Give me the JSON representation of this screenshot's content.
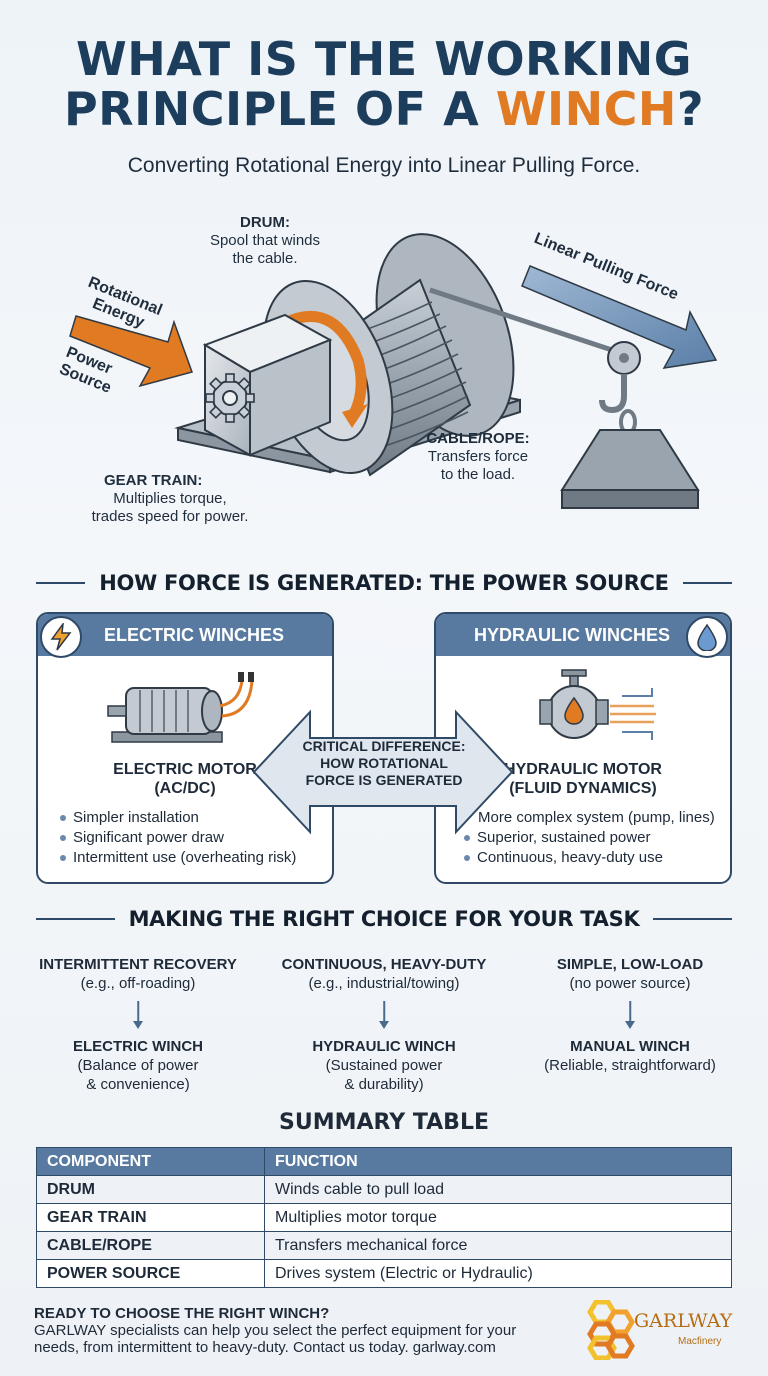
{
  "header": {
    "title_line1": "WHAT IS THE WORKING",
    "title_line2_a": "PRINCIPLE OF A ",
    "title_line2_b": "WINCH",
    "title_line2_c": "?",
    "subtitle": "Converting Rotational Energy into Linear Pulling Force."
  },
  "diagram": {
    "drum_title": "DRUM:",
    "drum_desc_1": "Spool that winds",
    "drum_desc_2": "the cable.",
    "rotational_1": "Rotational",
    "rotational_2": "Energy",
    "power_1": "Power",
    "power_2": "Source",
    "linear": "Linear Pulling Force",
    "cable_title": "CABLE/ROPE:",
    "cable_desc_1": "Transfers force",
    "cable_desc_2": "to the load.",
    "gear_title": "GEAR TRAIN:",
    "gear_desc_1": "Multiplies torque,",
    "gear_desc_2": "trades speed for power."
  },
  "power_section": {
    "heading": "HOW FORCE IS GENERATED: THE POWER SOURCE",
    "electric": {
      "title": "ELECTRIC WINCHES",
      "icon": "lightning-icon",
      "motor_1": "ELECTRIC MOTOR",
      "motor_2": "(AC/DC)",
      "points": [
        "Simpler installation",
        "Significant power draw",
        "Intermittent use (overheating risk)"
      ]
    },
    "hydraulic": {
      "title": "HYDRAULIC WINCHES",
      "icon": "droplet-icon",
      "motor_1": "HYDRAULIC MOTOR",
      "motor_2": "(FLUID DYNAMICS)",
      "lead": "More complex system (pump, lines)",
      "points": [
        "Superior, sustained power",
        "Continuous, heavy-duty use"
      ]
    },
    "difference_1": "CRITICAL DIFFERENCE:",
    "difference_2": "HOW ROTATIONAL",
    "difference_3": "FORCE IS GENERATED"
  },
  "choice_section": {
    "heading": "MAKING THE RIGHT CHOICE FOR YOUR TASK",
    "choices": [
      {
        "task": "INTERMITTENT RECOVERY",
        "example": "(e.g., off-roading)",
        "winch": "ELECTRIC WINCH",
        "note_1": "(Balance of power",
        "note_2": "& convenience)"
      },
      {
        "task": "CONTINUOUS, HEAVY-DUTY",
        "example": "(e.g., industrial/towing)",
        "winch": "HYDRAULIC WINCH",
        "note_1": "(Sustained power",
        "note_2": "& durability)"
      },
      {
        "task": "SIMPLE, LOW-LOAD",
        "example": "(no power source)",
        "winch": "MANUAL WINCH",
        "note_1": "(Reliable, straightforward)",
        "note_2": ""
      }
    ]
  },
  "summary": {
    "title": "SUMMARY TABLE",
    "headers": [
      "COMPONENT",
      "FUNCTION"
    ],
    "rows": [
      [
        "DRUM",
        "Winds cable to pull load"
      ],
      [
        "GEAR TRAIN",
        "Multiplies motor torque"
      ],
      [
        "CABLE/ROPE",
        "Transfers mechanical force"
      ],
      [
        "POWER SOURCE",
        "Drives system (Electric or Hydraulic)"
      ]
    ]
  },
  "cta": {
    "heading": "READY TO CHOOSE THE RIGHT WINCH?",
    "line1": "GARLWAY specialists can help you select the perfect equipment for your",
    "line2": "needs, from intermittent to heavy-duty. Contact us today. garlway.com"
  },
  "logo": {
    "name": "GARLWAY",
    "sub": "Macfinery"
  },
  "colors": {
    "title": "#1d3d5c",
    "accent": "#e07b24",
    "panel_header": "#587aa0",
    "border": "#2f4a66"
  }
}
